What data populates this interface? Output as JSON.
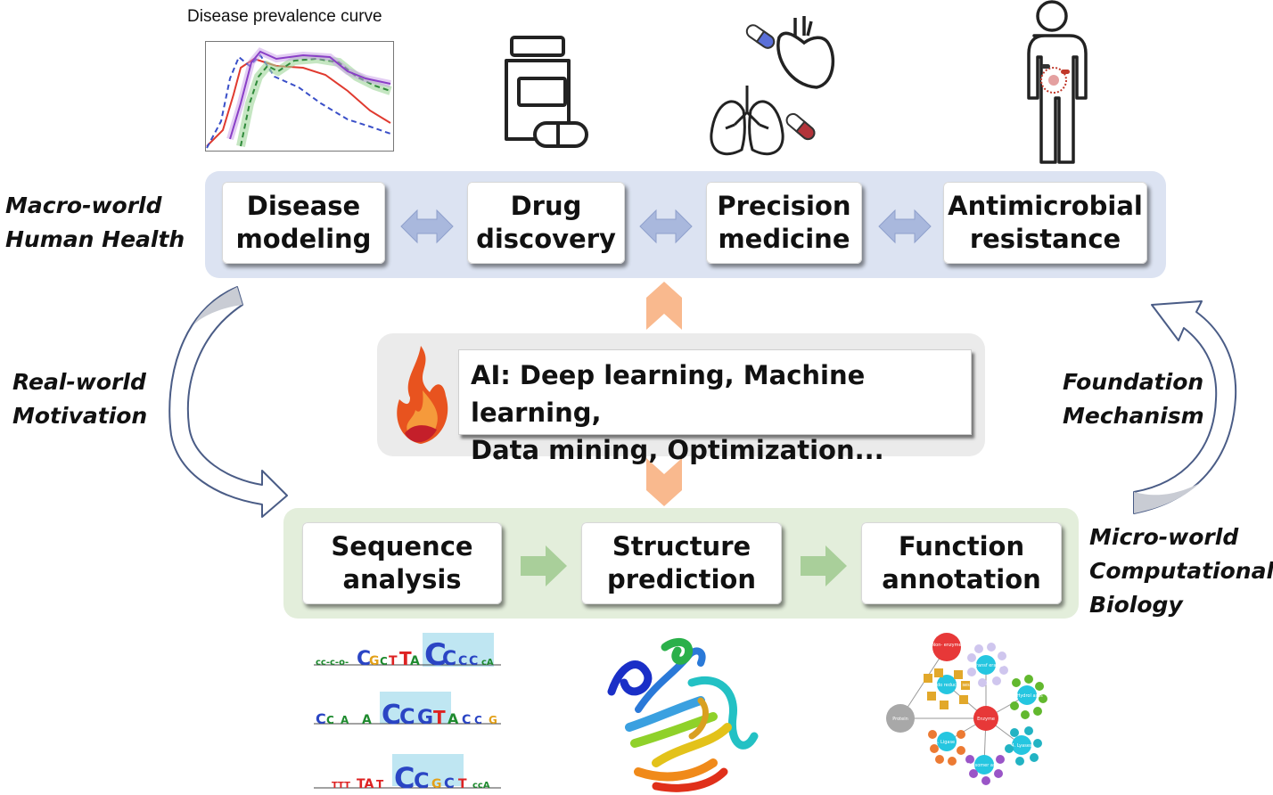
{
  "top": {
    "prevalence_caption": "Disease prevalence curve"
  },
  "macro": {
    "label": "Macro-world\nHuman Health",
    "cards": [
      "Disease\nmodeling",
      "Drug\ndiscovery",
      "Precision\nmedicine",
      "Antimicrobial\nresistance"
    ]
  },
  "ai": {
    "text": "AI: Deep learning, Machine learning,\nData mining, Optimization..."
  },
  "micro": {
    "label": "Micro-world\nComputational\nBiology",
    "cards": [
      "Sequence\nanalysis",
      "Structure\nprediction",
      "Function\nannotation"
    ]
  },
  "left_label": "Real-world\nMotivation",
  "right_label": "Foundation\nMechanism",
  "network": {
    "nodes": [
      "Non-\nenzyme",
      "Protein",
      "Enzyme",
      "1.\nOxido\nreducta\nses",
      "2.\nTransf\nerases",
      "3.\nHydrol\nases",
      "4.\nLyases",
      "5.\nIsomer\nases",
      "6.\nLigase\ns"
    ]
  },
  "colors": {
    "macro_band": "#dce3f2",
    "ai_band": "#ebebeb",
    "micro_band": "#e3eedb",
    "arrow_blue": "#a9b8dd",
    "arrow_green": "#a9cf9a",
    "arrow_orange": "#f9b98e"
  }
}
